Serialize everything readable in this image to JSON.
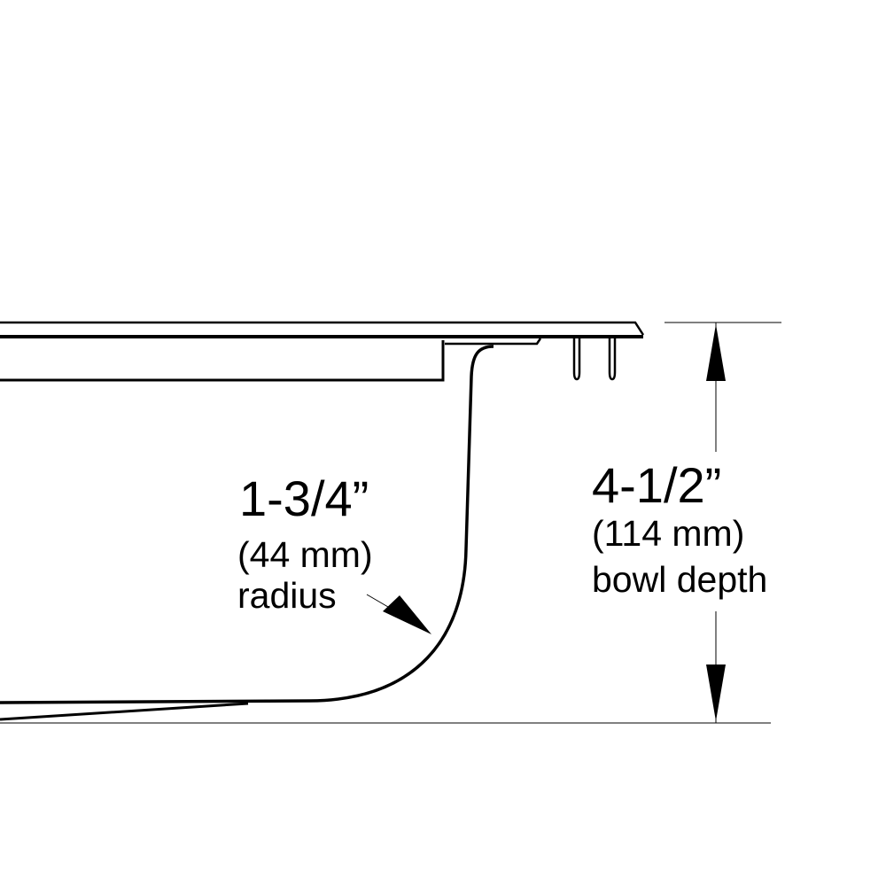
{
  "radius_callout": {
    "value": "1-3/4”",
    "metric": "(44 mm)",
    "label": "radius"
  },
  "depth_callout": {
    "value": "4-1/2”",
    "metric": "(114 mm)",
    "label": "bowl depth"
  },
  "colors": {
    "line": "#000000",
    "floor": "#808080"
  }
}
